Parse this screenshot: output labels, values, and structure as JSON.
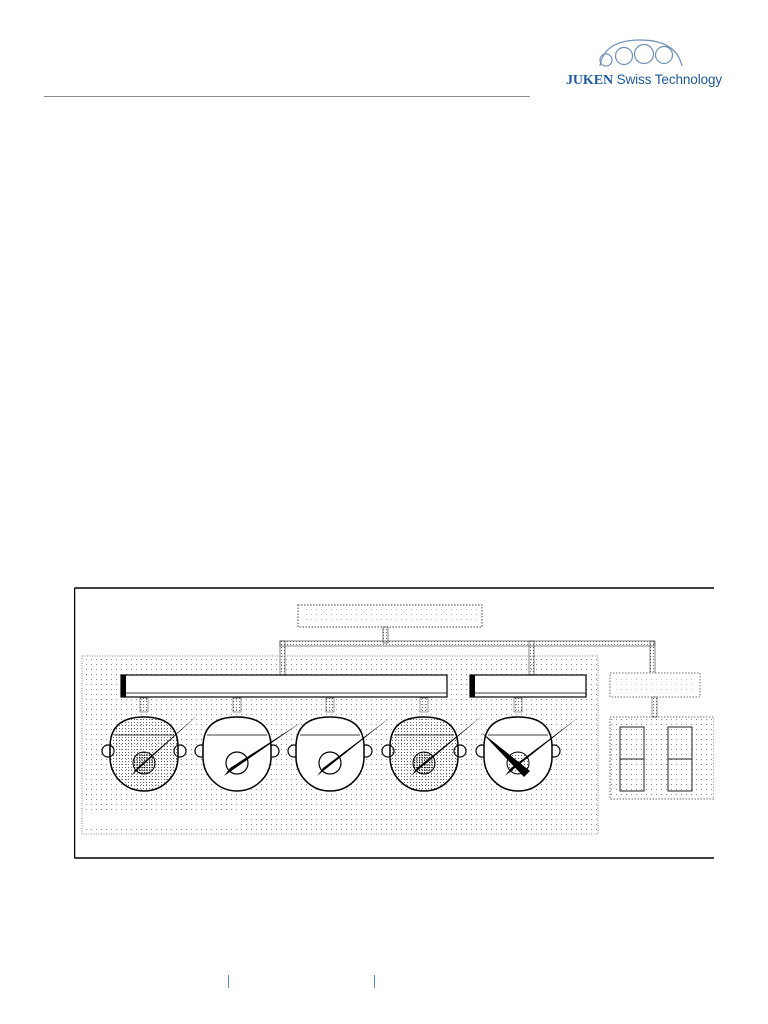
{
  "header": {
    "brand_bold": "JUKEN",
    "brand_rest": " Swiss Technology",
    "brand_color": "#1f5a9b",
    "logo_icon": "four-circles-car-logo"
  },
  "diagram": {
    "motors": [
      {
        "name": "motor-1",
        "needle_deg": -45,
        "center": "hatched"
      },
      {
        "name": "motor-2",
        "needle_deg": -35,
        "center": "open-ring"
      },
      {
        "name": "motor-3",
        "needle_deg": -40,
        "center": "open-ring"
      },
      {
        "name": "motor-4",
        "needle_deg": -42,
        "center": "hatched"
      },
      {
        "name": "motor-5",
        "needle_deg": -40,
        "center": "dual-hand"
      }
    ],
    "line_color": "#000000",
    "dot_color": "#8a8a8a"
  }
}
